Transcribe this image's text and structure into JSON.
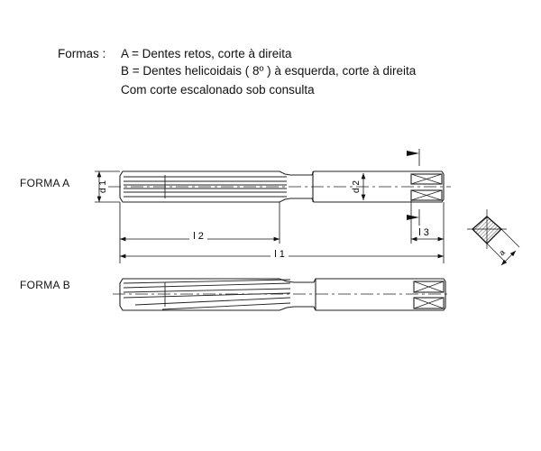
{
  "legend": {
    "heading": "Formas :",
    "lines": [
      "A  =  Dentes retos, corte à direita",
      "B  =  Dentes helicoidais ( 8º ) à esquerda, corte à direita",
      "Com corte escalonado sob consulta"
    ]
  },
  "forms": {
    "a": "FORMA A",
    "b": "FORMA B"
  },
  "dimensions": {
    "d1": "d 1",
    "d2": "d 2",
    "l1": "l 1",
    "l2": "l 2",
    "l3": "l 3",
    "a": "a"
  }
}
